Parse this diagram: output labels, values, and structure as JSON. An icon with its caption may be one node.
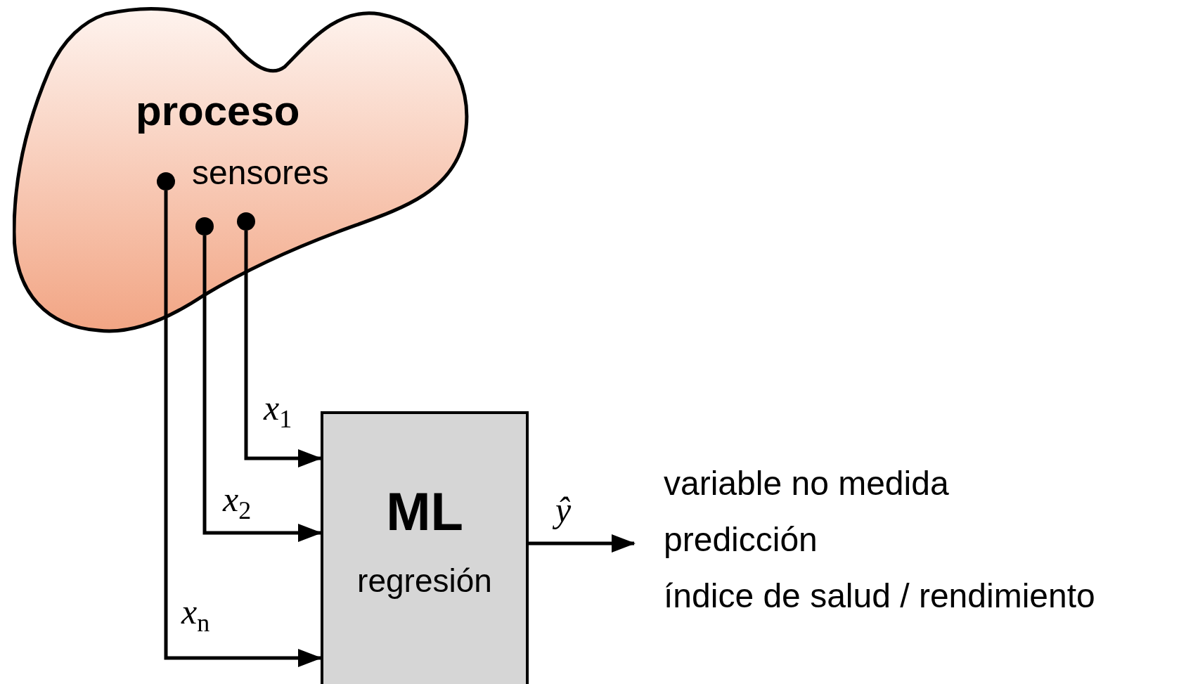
{
  "diagram": {
    "nodes": [
      {
        "text": [
          "proceso",
          "sensores"
        ]
      },
      {
        "text": [],
        "shape": "circle",
        "in": 0
      },
      {
        "text": [],
        "shape": "circle",
        "in": 0
      },
      {
        "text": [],
        "shape": "circle",
        "in": 0
      },
      {
        "text": [
          "ML",
          "regresión"
        ]
      },
      {
        "text": [
          "variable no medida",
          "predicción",
          "índice de salud / rendimiento"
        ]
      }
    ],
    "edges": [
      {
        "from": 3,
        "to": 4,
        "arrow": "to",
        "label": "x$_{1}$"
      },
      {
        "from": 2,
        "to": 4,
        "arrow": "to",
        "label": "x$_{2}$"
      },
      {
        "from": 1,
        "to": 4,
        "arrow": "to",
        "label": "x$_{n}$"
      },
      {
        "from": 4,
        "to": 5,
        "arrow": "to",
        "label": "ŷ"
      }
    ]
  }
}
